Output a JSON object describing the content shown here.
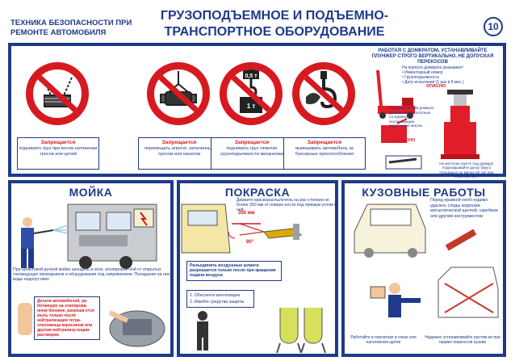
{
  "header": {
    "subtitle": "ТЕХНИКА БЕЗОПАСНОСТИ ПРИ РЕМОНТЕ АВТОМОБИЛЯ",
    "title_line1": "ГРУЗОПОДЪЕМНОЕ И ПОДЪЕМНО-",
    "title_line2": "ТРАНСПОРТНОЕ ОБОРУДОВАНИЕ",
    "sheet_number": "10"
  },
  "signs": [
    {
      "icon": "chain-sling-icon",
      "warn": "Запрещается",
      "text": "поднимать груз при косом натяжении тросов или цепей"
    },
    {
      "icon": "rope-unit-icon",
      "warn": "Запрещается",
      "text": "перемещать агрегат, зачаленный тросом или канатом"
    },
    {
      "icon": "overload-hook-icon",
      "warn": "Запрещается",
      "text": "поднимать груз тяжелее грузоподъемности механизма",
      "load_top": "0,5 т",
      "load_bottom": "1 т"
    },
    {
      "icon": "tow-hook-icon",
      "warn": "Запрещается",
      "text": "вывешивать автомобиль за буксирные приспособления"
    }
  ],
  "jack": {
    "title": "РАБОТАЯ С ДОМКРАТОМ, УСТАНАВЛИВАЙТЕ ПЛУНЖЕР СТРОГО ВЕРТИКАЛЬНО, НЕ ДОПУСКАЯ ПЕРЕКОСОВ",
    "notes_title": "На корпусе домкрата указывают:",
    "notes": [
      "Инвентарный номер",
      "Грузоподъемность",
      "Дату испытания (1 раз в 6 мес.)"
    ],
    "danger1": "ОПАСНО",
    "danger2": "ОПАСНО",
    "hydraulic_note": "Гидравлический домкрат должен иметь плотные со-единения, исключающие подтекание масла",
    "caption": "На жестком грунте под домкрат подкладывайте доску (брус) площадью не менее 50 см² или стальной лист"
  },
  "wash": {
    "title": "МОЙКА",
    "note1": "При шланговой ручной мойке находясь в зоне, изолирован-ной от открытых токоведущих проводников и оборудования под напряжением. Попадание на них воды недопустимо",
    "note2": "Детали автомобилей, ра-ботающих на этилирова-нном бензине, разреша-ется мыть только после нейтрализации тетра-этилсвинца керосином или другим нейтрализу-ющим раствором"
  },
  "paint": {
    "title": "ПОКРАСКА",
    "note1": "Держите краскораспылитель на рас-стоянии не более 350 мм от поверх-ности под прямым углом к ней",
    "distance": "350 мм",
    "angle": "90°",
    "note2": "Разъединять воздушные шланги разрешается только после пре-кращения подачи воздуха",
    "checklist": [
      "1. Обеспечте вентиляцию",
      "2. Имейте средства защиты"
    ]
  },
  "body": {
    "title": "КУЗОВНЫЕ РАБОТЫ",
    "note1": "Перед правкой необ-ходимо удалить следы коррозии металлической щеткой, скребком или другим инструментом",
    "note2": "Работайте в перчатках и очках или наголовном щитке",
    "note3": "Надежно устанавливайте растяж-ки при правке перекосов кузова"
  },
  "colors": {
    "navy": "#1e3a8a",
    "sign_red": "#d71920",
    "jack_red": "#e11d2a",
    "skin": "#f2c59a",
    "truck_gray": "#c9ccd1",
    "cabin_yellow": "#f4e7a6"
  }
}
